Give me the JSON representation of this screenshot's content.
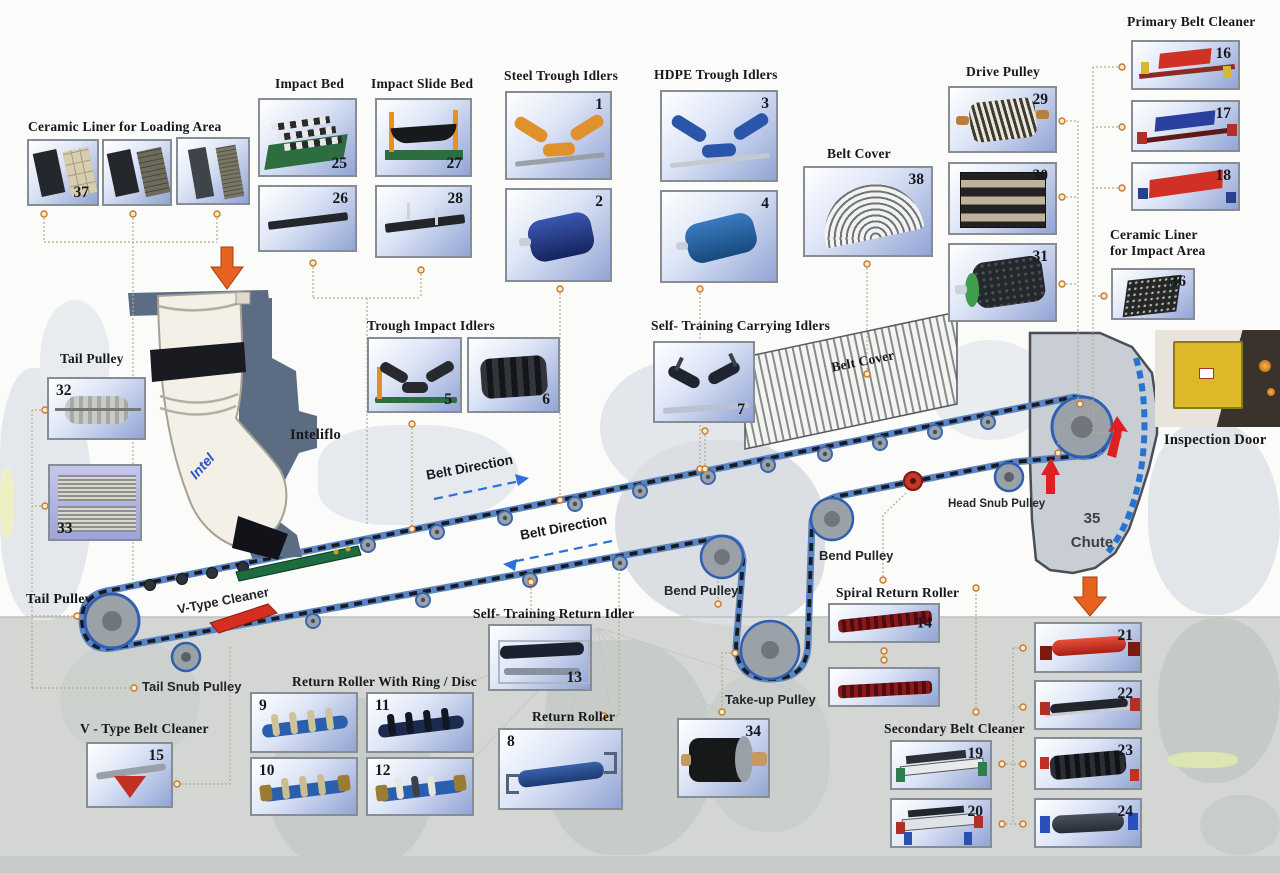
{
  "labels": {
    "ceramic_loading": "Ceramic Liner  for  Loading Area",
    "impact_bed": "Impact Bed",
    "impact_slide_bed": "Impact Slide Bed",
    "steel_trough_idlers": "Steel  Trough  Idlers",
    "hdpe_trough_idlers": "HDPE Trough  Idlers",
    "belt_cover": "Belt Cover",
    "drive_pulley": "Drive Pulley",
    "primary_belt_cleaner": "Primary   Belt Cleaner",
    "ceramic_impact_l1": "Ceramic Liner",
    "ceramic_impact_l2": "for  Impact Area",
    "tail_pulley": "Tail  Pulley",
    "trough_impact_idlers": "Trough  Impact Idlers",
    "self_training_carrying_idlers": "Self- Training Carrying Idlers",
    "inteliflo": "Inteliflo",
    "inteliflo_logo": "Intel",
    "belt_direction": "Belt Direction",
    "inspection_door": "Inspection Door",
    "head_snub_pulley": "Head Snub Pulley",
    "bend_pulley": "Bend Pulley",
    "spiral_return_roller": "Spiral Return Roller",
    "chute": "Chute",
    "v_type_cleaner": "V-Type Cleaner",
    "tail_snub_pulley": "Tail Snub Pulley",
    "v_type_belt_cleaner": "V - Type Belt Cleaner",
    "return_roller_with_ring_disc": "Return Roller With Ring / Disc",
    "self_training_return_idler": "Self- Training Return Idler",
    "return_roller": "Return Roller",
    "take_up_pulley": "Take-up Pulley",
    "secondary_belt_cleaner": "Secondary Belt Cleaner"
  },
  "numbers": {
    "n1": "1",
    "n2": "2",
    "n3": "3",
    "n4": "4",
    "n5": "5",
    "n6": "6",
    "n7": "7",
    "n8": "8",
    "n9": "9",
    "n10": "10",
    "n11": "11",
    "n12": "12",
    "n13": "13",
    "n14": "14",
    "n15": "15",
    "n16": "16",
    "n17": "17",
    "n18": "18",
    "n19": "19",
    "n20": "20",
    "n21": "21",
    "n22": "22",
    "n23": "23",
    "n24": "24",
    "n25": "25",
    "n26": "26",
    "n27": "27",
    "n28": "28",
    "n29": "29",
    "n30": "30",
    "n31": "31",
    "n32": "32",
    "n33": "33",
    "n34": "34",
    "n35": "35",
    "n36": "36",
    "n37": "37",
    "n38": "38"
  },
  "colors": {
    "belt_blue": "#5b85c2",
    "belt_dark": "#161b24",
    "accent_orange": "#e8621f",
    "red": "#d62e20",
    "green_bed": "#1d6b3e",
    "chute_fill": "#c9ced5",
    "leader_tan": "#b9a98e",
    "dot_orange": "#c87b2e",
    "direction_arrow_blue": "#2f6fd6"
  }
}
